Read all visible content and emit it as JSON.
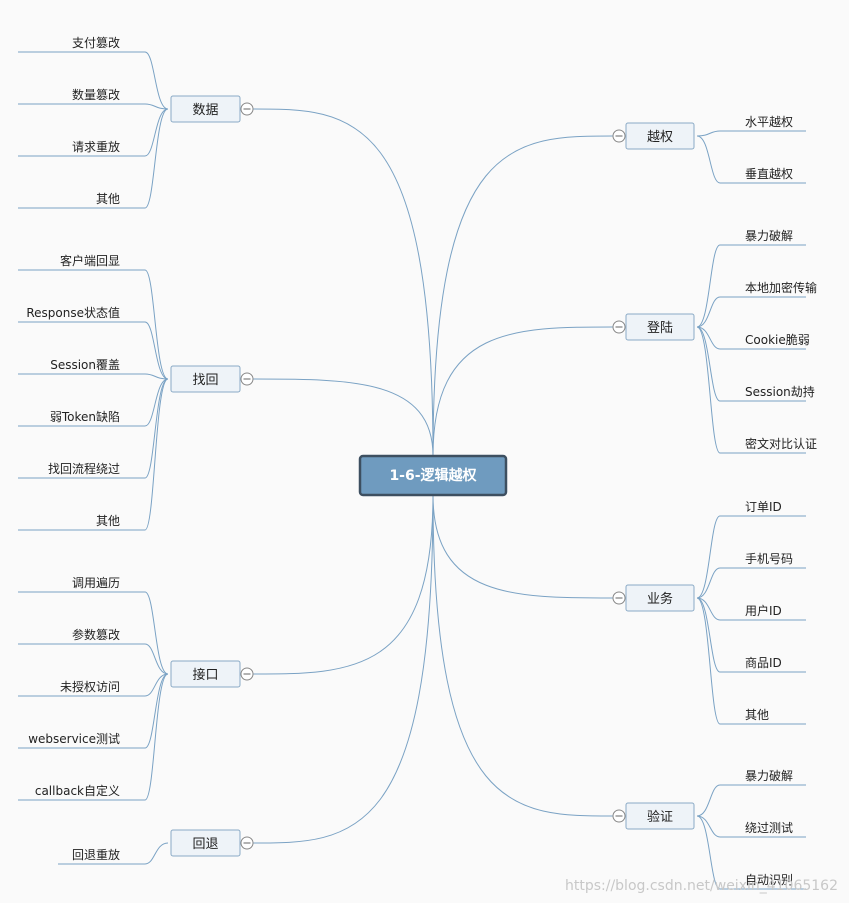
{
  "root": {
    "label": "1-6-逻辑越权"
  },
  "branches": [
    {
      "label": "数据",
      "children": [
        "支付篡改",
        "数量篡改",
        "请求重放",
        "其他"
      ]
    },
    {
      "label": "找回",
      "children": [
        "客户端回显",
        "Response状态值",
        "Session覆盖",
        "弱Token缺陷",
        "找回流程绕过",
        "其他"
      ]
    },
    {
      "label": "接口",
      "children": [
        "调用遍历",
        "参数篡改",
        "未授权访问",
        "webservice测试",
        "callback自定义"
      ]
    },
    {
      "label": "回退",
      "children": [
        "回退重放"
      ]
    },
    {
      "label": "越权",
      "children": [
        "水平越权",
        "垂直越权"
      ]
    },
    {
      "label": "登陆",
      "children": [
        "暴力破解",
        "本地加密传输",
        "Cookie脆弱",
        "Session劫持",
        "密文对比认证"
      ]
    },
    {
      "label": "业务",
      "children": [
        "订单ID",
        "手机号码",
        "用户ID",
        "商品ID",
        "其他"
      ]
    },
    {
      "label": "验证",
      "children": [
        "暴力破解",
        "绕过测试",
        "自动识别"
      ]
    }
  ],
  "watermark": "https://blog.csdn.net/weixin_41065162",
  "colors": {
    "line": "#7aa2c4",
    "node_fill": "#eef3f8",
    "node_border": "#8aaac6",
    "root_fill": "#6f9bbf",
    "root_border": "#3d4f60"
  }
}
